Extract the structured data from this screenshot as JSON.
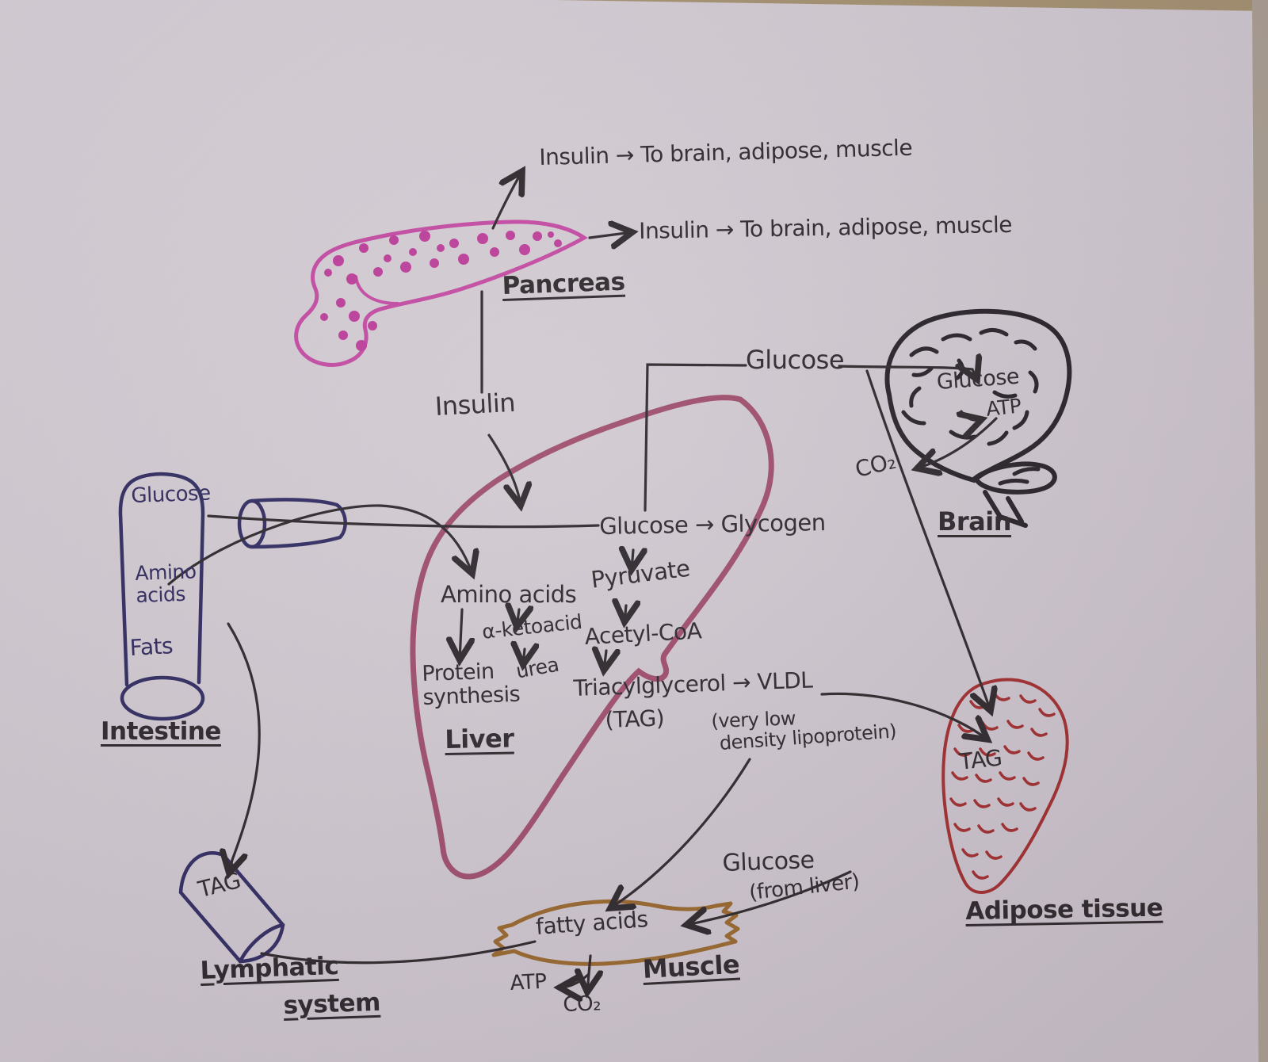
{
  "colors": {
    "paper": "#d2cbd2",
    "ink": "#2f2a2e",
    "pancreas": "#c44ba3",
    "liver": "#9e4e6c",
    "vessel_blue": "#332e63",
    "adipose_red": "#a02f30",
    "muscle_brown": "#97682f",
    "brain_black": "#29242a"
  },
  "pancreas": {
    "label": "Pancreas",
    "secretion_upper": "Insulin → To brain, adipose, muscle",
    "secretion_right": "Insulin → To brain, adipose, muscle",
    "hormone": "Insulin"
  },
  "blood": {
    "glucose": "Glucose"
  },
  "brain": {
    "label": "Brain",
    "glucose": "Glucose",
    "atp": "ATP",
    "co2": "CO₂"
  },
  "intestine": {
    "label": "Intestine",
    "glucose": "Glucose",
    "amino_acids": "Amino\nacids",
    "fats": "Fats"
  },
  "liver": {
    "label": "Liver",
    "glucose_glycogen": "Glucose → Glycogen",
    "pyruvate": "Pyruvate",
    "acetyl_coa": "Acetyl-CoA",
    "tag_vldl": "Triacylglycerol → VLDL",
    "tag_abbr": "(TAG)",
    "vldl_expansion_1": "(very low",
    "vldl_expansion_2": "density lipoprotein)",
    "amino_acids": "Amino acids",
    "alpha_ketoacid": "α-ketoacid",
    "urea": "urea",
    "protein_synthesis": "Protein\nsynthesis"
  },
  "lymphatic": {
    "tag": "TAG",
    "label_line1": "Lymphatic",
    "label_line2": "system"
  },
  "adipose": {
    "label": "Adipose tissue",
    "tag": "TAG"
  },
  "muscle": {
    "label": "Muscle",
    "fatty_acids": "fatty acids",
    "atp": "ATP",
    "co2": "CO₂",
    "glucose_line1": "Glucose",
    "glucose_line2": "(from liver)"
  }
}
